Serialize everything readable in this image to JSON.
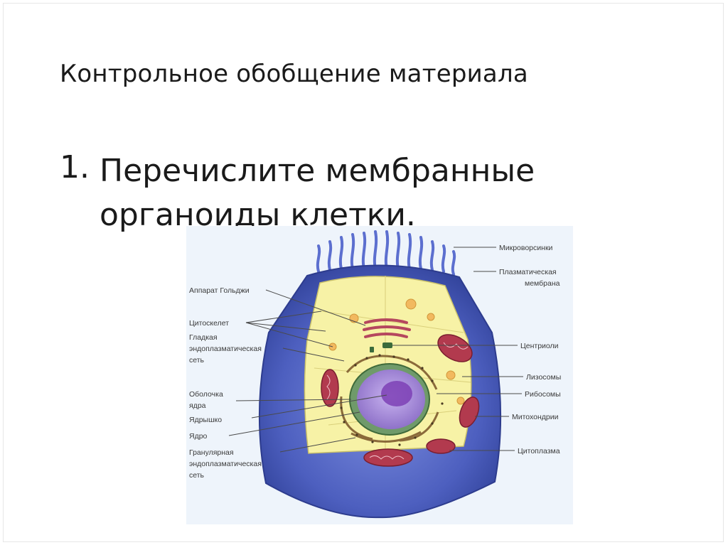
{
  "slide": {
    "title": "Контрольное обобщение материала",
    "question": {
      "number": "1.",
      "text": "Перечислите мембранные органоиды клетки."
    }
  },
  "diagram": {
    "labels_left": [
      {
        "key": "golgi",
        "lines": [
          "Аппарат Гольджи"
        ]
      },
      {
        "key": "cytoskeleton",
        "lines": [
          "Цитоскелет"
        ]
      },
      {
        "key": "smooth_er",
        "lines": [
          "Гладкая",
          "эндоплазматическая",
          "сеть"
        ]
      },
      {
        "key": "nuclear_envelope",
        "lines": [
          "Оболочка",
          "ядра"
        ]
      },
      {
        "key": "nucleolus",
        "lines": [
          "Ядрышко"
        ]
      },
      {
        "key": "nucleus",
        "lines": [
          "Ядро"
        ]
      },
      {
        "key": "rough_er",
        "lines": [
          "Гранулярная",
          "эндоплазматическая",
          "сеть"
        ]
      }
    ],
    "labels_right": [
      {
        "key": "microvilli",
        "lines": [
          "Микроворсинки"
        ]
      },
      {
        "key": "plasma_membrane",
        "lines": [
          "Плазматическая",
          "мембрана"
        ]
      },
      {
        "key": "centrioles",
        "lines": [
          "Центриоли"
        ]
      },
      {
        "key": "lysosomes",
        "lines": [
          "Лизосомы"
        ]
      },
      {
        "key": "ribosomes",
        "lines": [
          "Рибосомы"
        ]
      },
      {
        "key": "mitochondria",
        "lines": [
          "Митохондрии"
        ]
      },
      {
        "key": "cytoplasm",
        "lines": [
          "Цитоплазма"
        ]
      }
    ],
    "colors": {
      "background": "#eef4fb",
      "outer_cell": "#4d5fbf",
      "cytoplasm": "#f7f2a6",
      "nucleus": "#a58cd6",
      "nucleolus": "#7c3fb5",
      "mitochondria": "#b23a4e",
      "lysosome": "#f2b95f",
      "microvilli": "#5c6fcf"
    }
  }
}
